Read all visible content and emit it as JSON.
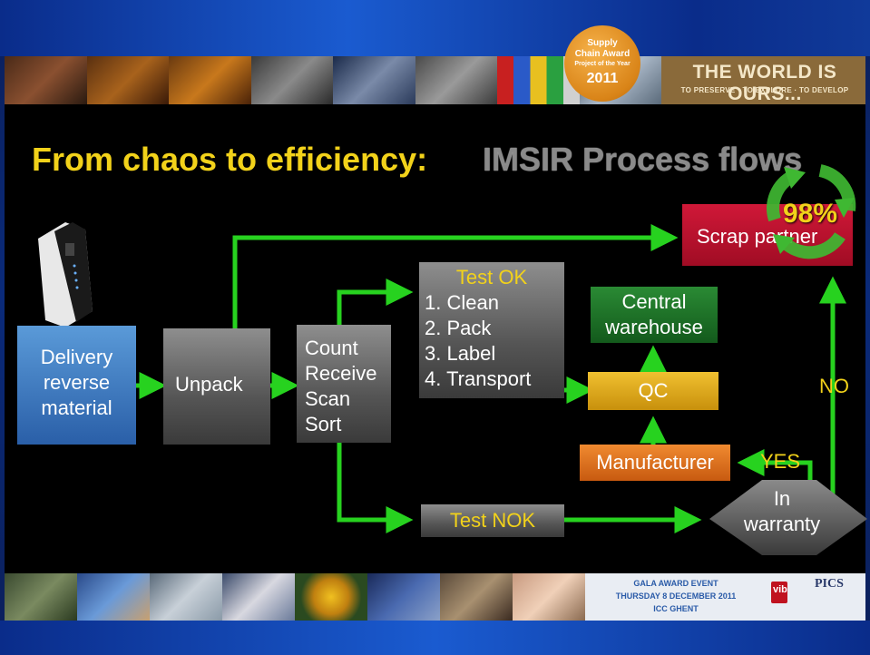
{
  "header": {
    "award_lines": [
      "Supply",
      "Chain Award",
      "Project of the Year",
      "2011"
    ],
    "slogan": "THE WORLD IS OURS...",
    "slogan_sub": "TO PRESERVE · TO EXPLORE · TO DEVELOP"
  },
  "title": {
    "part1": "From chaos to efficiency:",
    "part2": "IMSIR Process flows"
  },
  "flow": {
    "delivery": [
      "Delivery",
      "reverse",
      "material"
    ],
    "unpack": "Unpack",
    "count": [
      "Count",
      "Receive",
      "Scan",
      "Sort"
    ],
    "test_ok_title": "Test OK",
    "test_ok_steps": [
      "1. Clean",
      "2. Pack",
      "3. Label",
      "4. Transport"
    ],
    "central": [
      "Central",
      "warehouse"
    ],
    "qc": "QC",
    "manufacturer": "Manufacturer",
    "warranty": [
      "In",
      "warranty"
    ],
    "test_nok": "Test NOK",
    "scrap": "Scrap partner",
    "yes": "YES",
    "no": "NO",
    "percent": "98%"
  },
  "footer": {
    "gala_lines": [
      "GALA AWARD EVENT",
      "THURSDAY 8 DECEMBER 2011",
      "ICC GHENT"
    ],
    "vib": "vib",
    "pics": "PICS"
  },
  "colors": {
    "title_yellow": "#f2d21a",
    "arrow_green": "#27d21f",
    "qc_yellow": "#e8b418",
    "warehouse_green": "#1f7a2a",
    "manufacturer_orange": "#e2741c",
    "scrap_red": "#c8102e",
    "delivery_blue": "#3a7cc9"
  }
}
